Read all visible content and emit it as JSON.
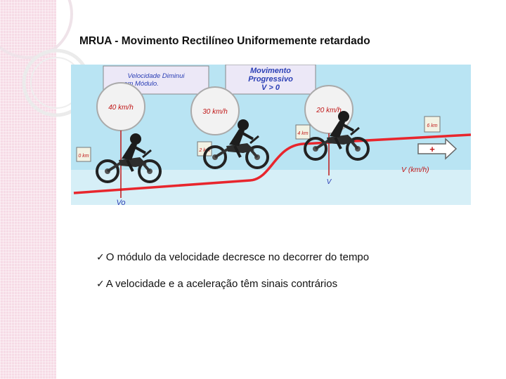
{
  "slide": {
    "title": "MRUA - Movimento Rectilíneo Uniformemente retardado",
    "bullets": [
      "O módulo da velocidade decresce  no decorrer do tempo",
      "A velocidade e a aceleração têm sinais contrários"
    ],
    "bullet_icon": "checkmark-icon"
  },
  "illustration": {
    "box_left_lines": [
      "Velocidade Diminui",
      "em Módulo."
    ],
    "box_right_lines": [
      "Movimento",
      "Progressivo",
      "V > 0"
    ],
    "speeds": [
      "40 km/h",
      "30 km/h",
      "20 km/h"
    ],
    "km_markers": [
      "0 km",
      "2 km",
      "4 km",
      "6 km"
    ],
    "axis_label": "V (km/h)",
    "v_label": "V",
    "v0_label": "Vo",
    "sign_label": "+",
    "colors": {
      "road": "#e8262d",
      "sky": "#b9e4f3",
      "box": "#ece8f7",
      "box_text": "#2b3fb5"
    }
  }
}
